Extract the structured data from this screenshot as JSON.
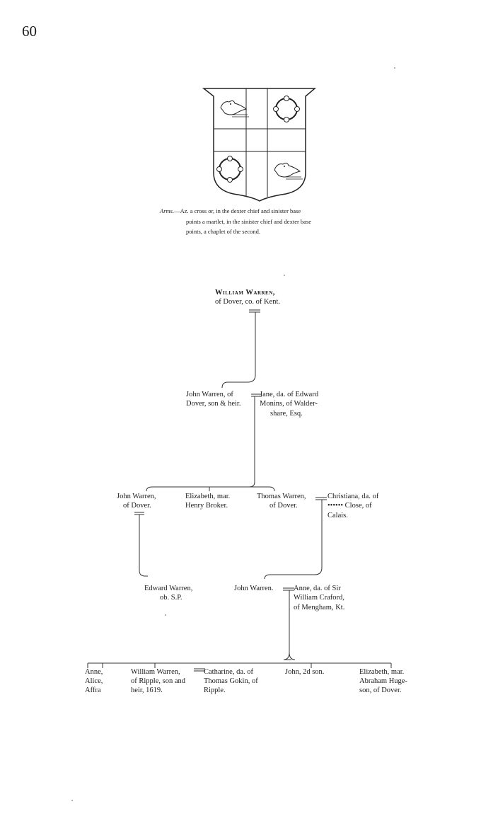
{
  "page_number": "60",
  "arms": {
    "label": "Arms.",
    "line1": "—Az. a cross or, in the dexter chief and sinister base",
    "line2": "points a martlet, in the sinister chief and dexter base",
    "line3": "points, a chaplet of the second.",
    "charges": [
      "martlet-icon",
      "chaplet-icon",
      "chaplet-icon",
      "martlet-icon"
    ]
  },
  "tree": {
    "william_warren": {
      "name": "William Warren,",
      "line2": "of Dover, co. of Kent."
    },
    "john_warren_1": {
      "line1": "John Warren, of",
      "line2": "Dover, son & heir."
    },
    "jane": {
      "line1": "Jane, da. of Edward",
      "line2": "Monins, of Walder-",
      "line3": "share, Esq."
    },
    "john_warren_2": {
      "line1": "John Warren,",
      "line2": "of Dover."
    },
    "elizabeth_1": {
      "line1": "Elizabeth, mar.",
      "line2": "Henry Broker."
    },
    "thomas_warren": {
      "line1": "Thomas Warren,",
      "line2": "of Dover."
    },
    "christiana": {
      "line1": "Christiana, da. of",
      "line2": "•••••• Close, of",
      "line3": "Calais."
    },
    "edward_warren": {
      "line1": "Edward Warren,",
      "line2": "ob. S.P."
    },
    "john_warren_3": {
      "line1": "John Warren."
    },
    "anne_craford": {
      "line1": "Anne, da. of Sir",
      "line2": "William Craford,",
      "line3": "of Mengham, Kt."
    },
    "daughters": {
      "line1": "Anne,",
      "line2": "Alice,",
      "line3": "Affra"
    },
    "william_warren_2": {
      "line1": "William Warren,",
      "line2": "of Ripple, son and",
      "line3": "heir, 1619."
    },
    "catharine": {
      "line1": "Catharine, da. of",
      "line2": "Thomas Gokin, of",
      "line3": "Ripple."
    },
    "john_2d": {
      "line1": "John, 2d son."
    },
    "elizabeth_2": {
      "line1": "Elizabeth, mar.",
      "line2": "Abraham Huge-",
      "line3": "son, of Dover."
    }
  }
}
